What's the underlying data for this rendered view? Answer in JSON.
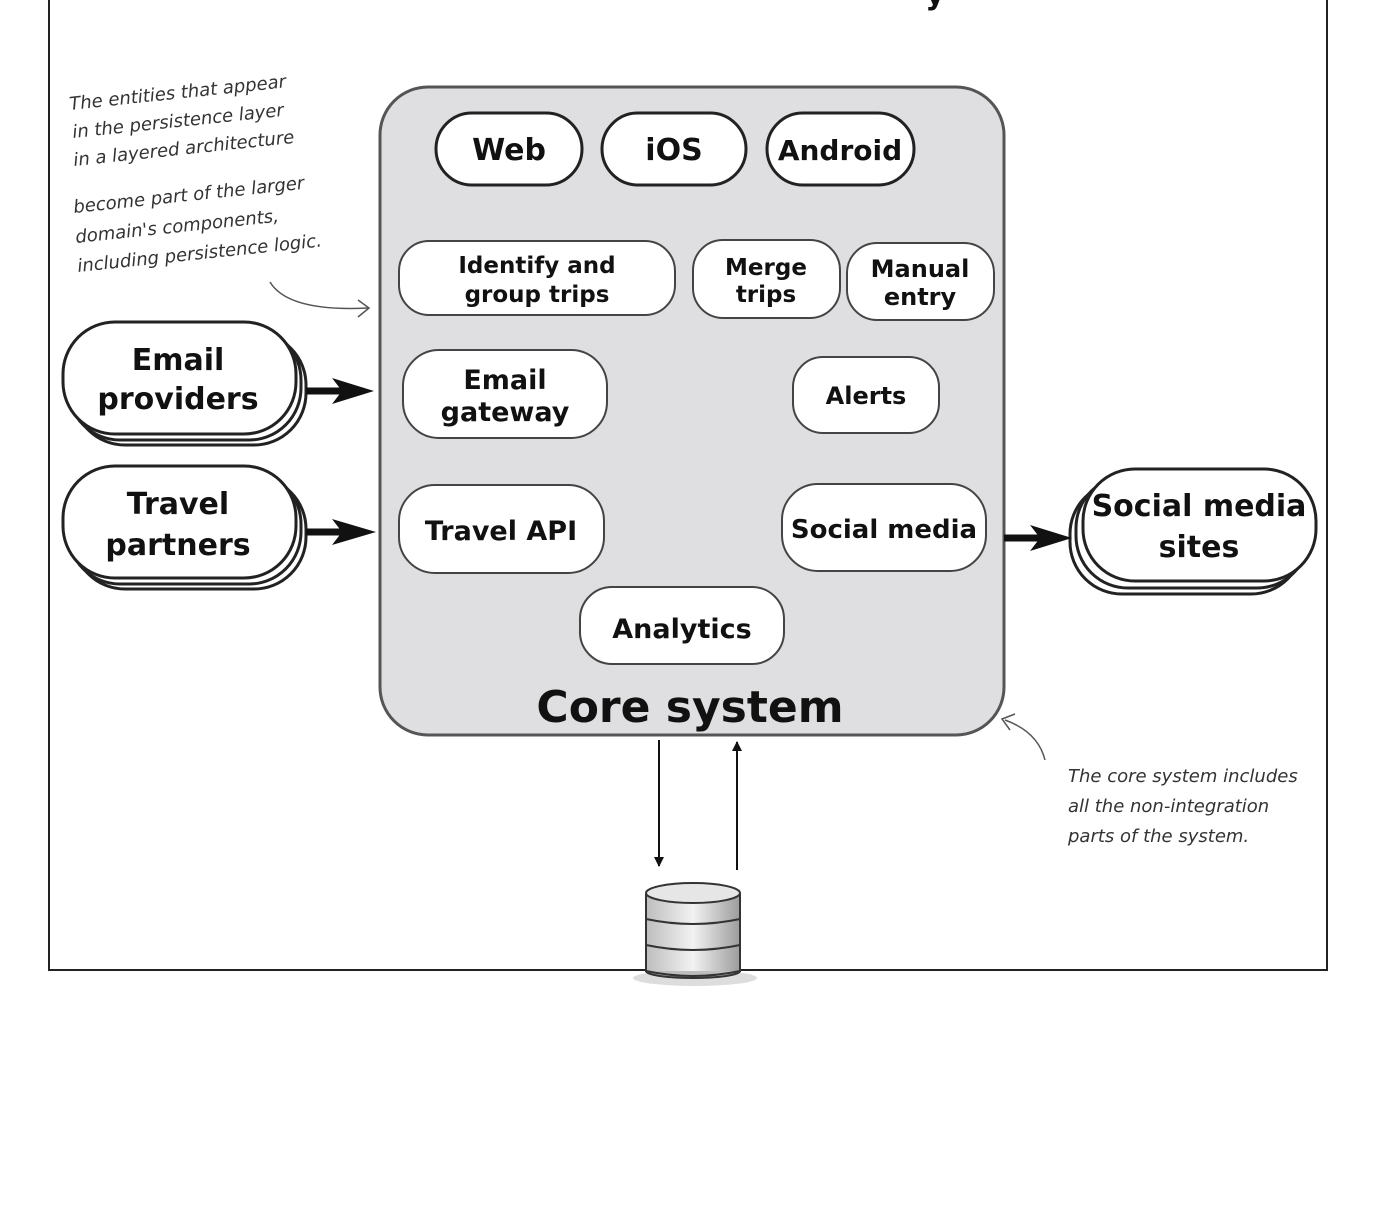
{
  "diagram": {
    "top_label": "y",
    "core": {
      "label": "Core system",
      "fill": "#dfdfe1",
      "stroke": "#555555"
    },
    "components": {
      "web": "Web",
      "ios": "iOS",
      "android": "Android",
      "identify_line1": "Identify and",
      "identify_line2": "group trips",
      "merge_line1": "Merge",
      "merge_line2": "trips",
      "manual_line1": "Manual",
      "manual_line2": "entry",
      "email_gw_line1": "Email",
      "email_gw_line2": "gateway",
      "alerts": "Alerts",
      "travel_api": "Travel API",
      "social_media": "Social media",
      "analytics": "Analytics"
    },
    "external": {
      "email_line1": "Email",
      "email_line2": "providers",
      "travel_line1": "Travel",
      "travel_line2": "partners",
      "social_line1": "Social media",
      "social_line2": "sites"
    },
    "notes": {
      "persistence": [
        "The entities that appear",
        "in the persistence layer",
        "in a layered architecture",
        "become part of the larger",
        "domain's components,",
        "including persistence logic."
      ],
      "core": [
        "The core system includes",
        "all the non-integration",
        "parts of the system."
      ]
    },
    "icons": {
      "database": "database-icon"
    }
  }
}
